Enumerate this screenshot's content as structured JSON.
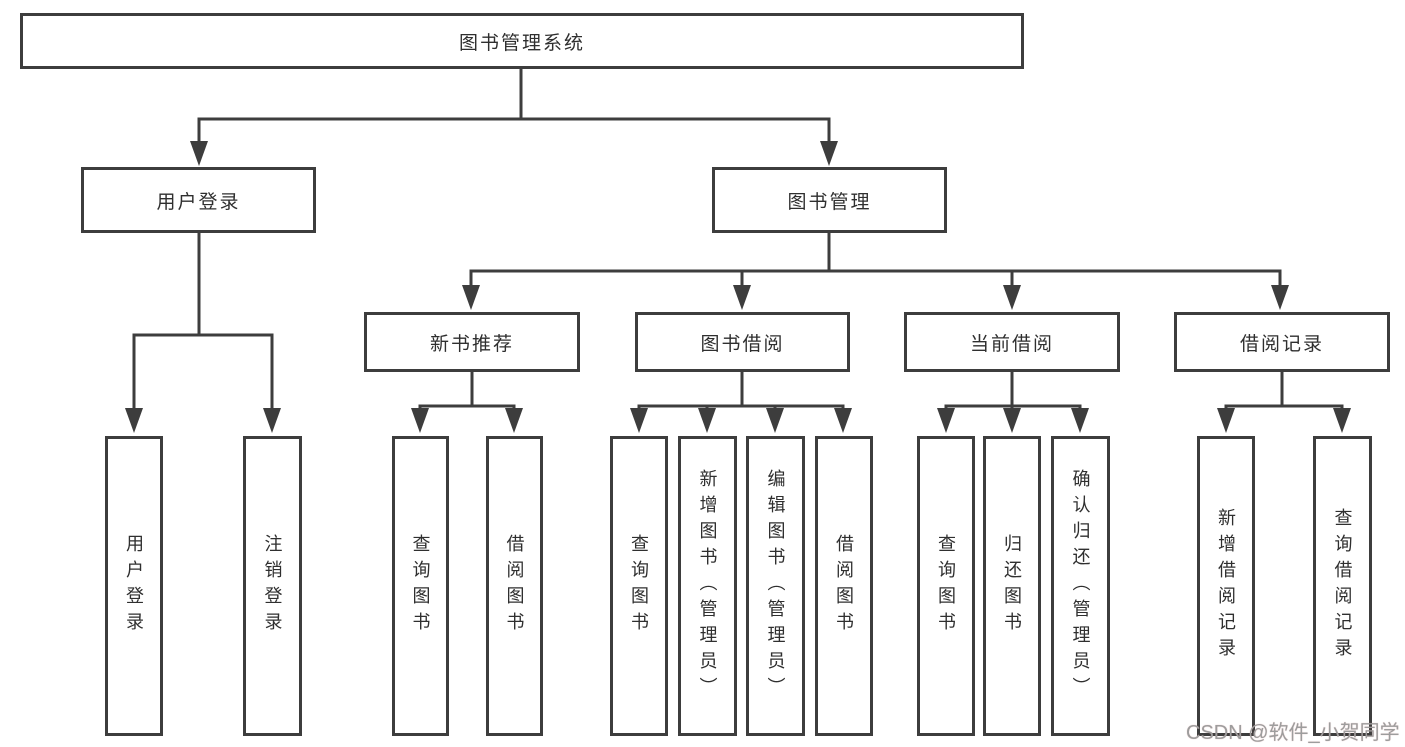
{
  "tree": {
    "label": "图书管理系统",
    "children": [
      {
        "label": "用户登录",
        "children": [
          {
            "label": "用户登录"
          },
          {
            "label": "注销登录"
          }
        ]
      },
      {
        "label": "图书管理",
        "children": [
          {
            "label": "新书推荐",
            "children": [
              {
                "label": "查询图书"
              },
              {
                "label": "借阅图书"
              }
            ]
          },
          {
            "label": "图书借阅",
            "children": [
              {
                "label": "查询图书"
              },
              {
                "label": "新增图书（管理员）"
              },
              {
                "label": "编辑图书（管理员）"
              },
              {
                "label": "借阅图书"
              }
            ]
          },
          {
            "label": "当前借阅",
            "children": [
              {
                "label": "查询图书"
              },
              {
                "label": "归还图书"
              },
              {
                "label": "确认归还（管理员）"
              }
            ]
          },
          {
            "label": "借阅记录",
            "children": [
              {
                "label": "新增借阅记录"
              },
              {
                "label": "查询借阅记录"
              }
            ]
          }
        ]
      }
    ]
  },
  "watermark": "CSDN @软件_小贺同学",
  "colors": {
    "line": "#3d3d3d",
    "text": "#2f2f2f",
    "watermark": "#9d9d9d",
    "background": "#ffffff"
  }
}
